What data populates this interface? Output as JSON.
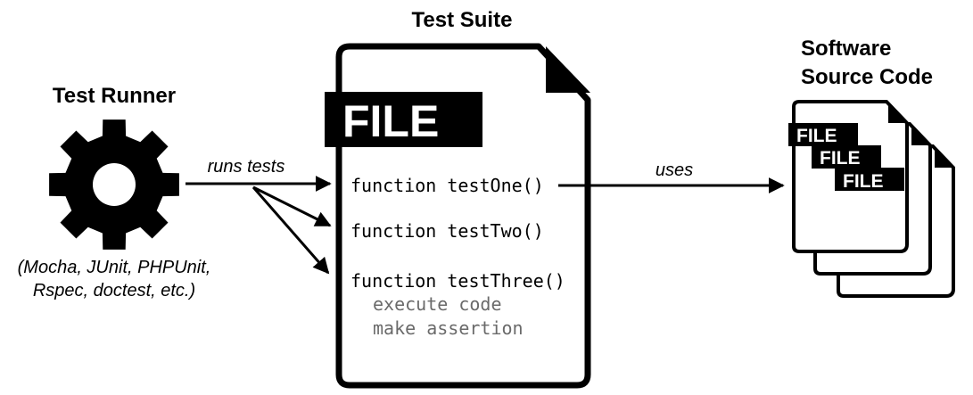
{
  "test_suite": {
    "title": "Test Suite",
    "file_label": "FILE",
    "functions": [
      "function testOne()",
      "function testTwo()",
      "function testThree()"
    ],
    "steps": [
      "execute code",
      "make assertion"
    ]
  },
  "test_runner": {
    "title": "Test Runner",
    "examples_line1": "(Mocha, JUnit, PHPUnit,",
    "examples_line2": "Rspec, doctest, etc.)",
    "icon": "gear-icon"
  },
  "edges": {
    "runs_tests": "runs tests",
    "uses": "uses"
  },
  "source_code": {
    "title_line1": "Software",
    "title_line2": "Source Code",
    "file_labels": [
      "FILE",
      "FILE",
      "FILE"
    ]
  }
}
